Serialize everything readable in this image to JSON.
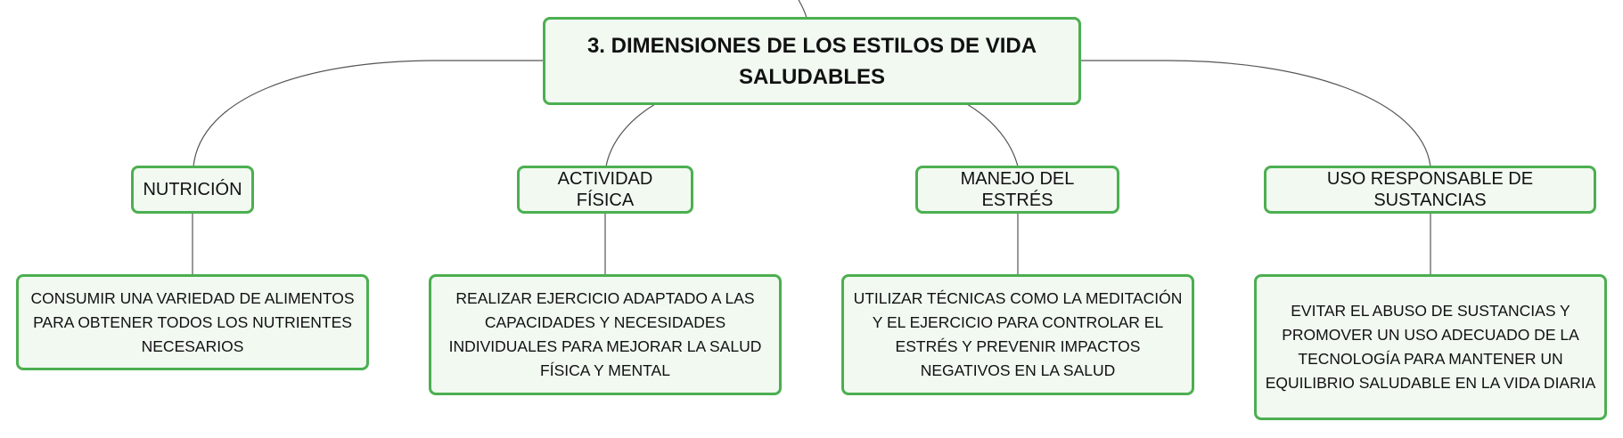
{
  "root": {
    "title": "3. DIMENSIONES DE LOS ESTILOS DE VIDA SALUDABLES"
  },
  "branches": [
    {
      "topic": "NUTRICIÓN",
      "detail": "CONSUMIR UNA VARIEDAD DE ALIMENTOS PARA OBTENER TODOS LOS NUTRIENTES NECESARIOS"
    },
    {
      "topic": "ACTIVIDAD FÍSICA",
      "detail": "REALIZAR EJERCICIO ADAPTADO A LAS CAPACIDADES Y NECESIDADES INDIVIDUALES PARA MEJORAR LA SALUD FÍSICA Y MENTAL"
    },
    {
      "topic": "MANEJO DEL ESTRÉS",
      "detail": "UTILIZAR TÉCNICAS COMO LA MEDITACIÓN Y EL EJERCICIO PARA CONTROLAR EL ESTRÉS Y PREVENIR IMPACTOS NEGATIVOS EN LA SALUD"
    },
    {
      "topic": "USO RESPONSABLE DE SUSTANCIAS",
      "detail": "EVITAR EL ABUSO DE SUSTANCIAS Y PROMOVER UN USO ADECUADO DE LA TECNOLOGÍA PARA MANTENER UN EQUILIBRIO SALUDABLE EN LA VIDA DIARIA"
    }
  ],
  "colors": {
    "border": "#4caf50",
    "fill": "#f1f9f1",
    "connector": "#555555"
  }
}
